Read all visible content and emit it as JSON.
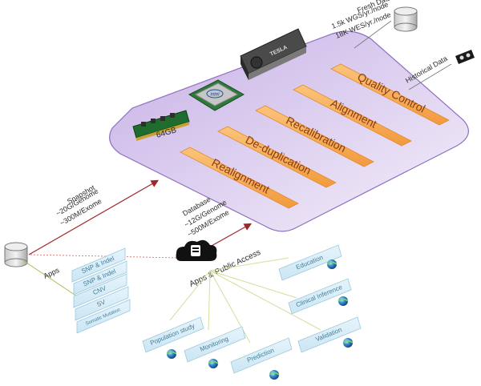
{
  "fresh_data": {
    "title": "Fresh Data",
    "line1": "1.5k WGS/yr./node",
    "line2": "18K WES/yr./node"
  },
  "historical_data": "Historical Data",
  "snapshot": {
    "title": "Snapshot",
    "line1": "~20G/Genome",
    "line2": "~300M/Exome"
  },
  "database": {
    "title": "Database",
    "line1": "~12G/Genome",
    "line2": "~500M/Exome"
  },
  "apps_public_access": "Apps & Public Access",
  "apps_label": "Apps",
  "ellipsis": "...",
  "hardware": {
    "ram_label": "64GB",
    "cpu_label": "intel",
    "gpu_label": "TESLA"
  },
  "pipeline": [
    "Quality Control",
    "Alignment",
    "Recalibration",
    "De-duplication",
    "Realignment"
  ],
  "app_cards": [
    "SNP & Indel",
    "SNP & Indel",
    "CNV",
    "SV",
    "Somatic Mutation"
  ],
  "public_apps": [
    "Education",
    "Clinical Inference",
    "Population study",
    "Monitoring",
    "Prediction",
    "Validation"
  ],
  "colors": {
    "platform": "#b49bd6",
    "stage_fill": "#f7b160",
    "stage_text": "#8a3a10",
    "card_fill": "#d7edf8",
    "card_text": "#3f7f9a",
    "arrow": "#a0262a",
    "link": "#c9d98c"
  }
}
